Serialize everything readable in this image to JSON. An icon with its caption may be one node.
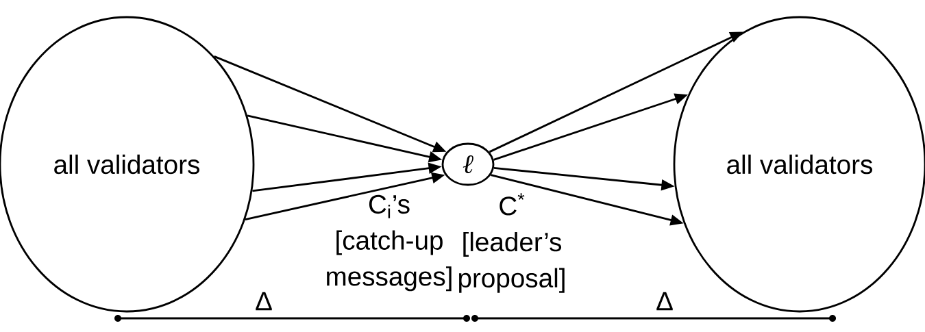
{
  "diagram": {
    "nodes": [
      {
        "text": [
          "all validators"
        ]
      },
      {
        "text": [
          "ℓ"
        ]
      },
      {
        "text": [
          "all validators"
        ]
      }
    ],
    "edges": [
      {
        "from": 0,
        "to": 1,
        "arrow": "to"
      },
      {
        "from": 0,
        "to": 1,
        "arrow": "to"
      },
      {
        "from": 0,
        "to": 1,
        "arrow": "to"
      },
      {
        "from": 0,
        "to": 1,
        "arrow": "to"
      },
      {
        "from": 1,
        "to": 2,
        "arrow": "to"
      },
      {
        "from": 1,
        "to": 2,
        "arrow": "to"
      },
      {
        "from": 1,
        "to": 2,
        "arrow": "to"
      },
      {
        "from": 1,
        "to": 2,
        "arrow": "to"
      }
    ],
    "labels": [
      "C$_{i}$’s [catch-up messages]",
      "C$^{*}$ [leader’s proposal]",
      "Δ",
      "Δ"
    ]
  }
}
